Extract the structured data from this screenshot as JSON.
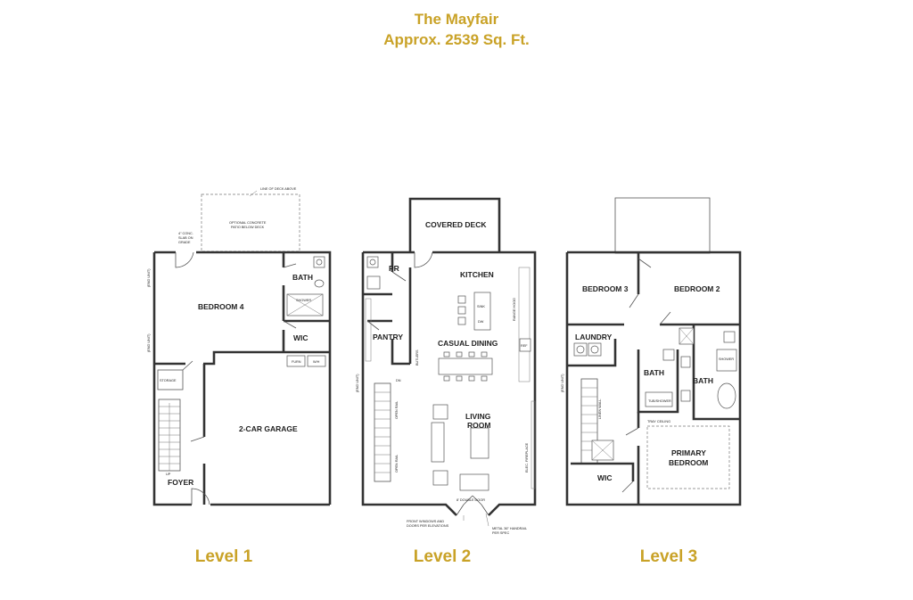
{
  "header": {
    "title": "The Mayfair",
    "subtitle": "Approx. 2539 Sq. Ft."
  },
  "levels": [
    {
      "label": "Level 1",
      "rooms": {
        "bedroom4": "BEDROOM 4",
        "bath": "BATH",
        "wic": "WIC",
        "garage": "2-CAR GARAGE",
        "foyer": "FOYER"
      },
      "notes": {
        "deck_line": "LINE OF DECK ABOVE",
        "patio_line1": "OPTIONAL CONCRETE",
        "patio_line2": "PATIO BELOW DECK",
        "slab_line1": "4\" CONC.",
        "slab_line2": "SLAB ON",
        "slab_line3": "GRADE",
        "shower": "SHOWER",
        "storage": "STORAGE",
        "furn": "FURN",
        "wh": "W/H",
        "up": "UP",
        "end_unit_1": "(END UNIT)",
        "end_unit_2": "(END UNIT)"
      }
    },
    {
      "label": "Level 2",
      "rooms": {
        "covered_deck": "COVERED DECK",
        "pr": "PR",
        "kitchen": "KITCHEN",
        "pantry": "PANTRY",
        "casual_dining": "CASUAL DINING",
        "living_room_1": "LIVING",
        "living_room_2": "ROOM"
      },
      "notes": {
        "range_hood": "RANGE HOOD",
        "ref": "REF",
        "sink": "SINK",
        "dw": "DW",
        "butlers": "BUTLERS",
        "dn": "DN",
        "open_rail_1": "OPEN RAIL",
        "open_rail_2": "OPEN RAIL",
        "elec_fireplace": "ELEC. FIREPLACE",
        "double_door": "8' DOUBLE DOOR",
        "front_windows_1": "FRONT WINDOWS AND",
        "front_windows_2": "DOORS PER ELEVATIONS",
        "metal_rail_1": "METAL 36\" HANDRAIL",
        "metal_rail_2": "PER SPEC",
        "end_unit": "(END UNIT)"
      }
    },
    {
      "label": "Level 3",
      "rooms": {
        "bedroom3": "BEDROOM 3",
        "bedroom2": "BEDROOM 2",
        "laundry": "LAUNDRY",
        "bath_a": "BATH",
        "bath_b": "BATH",
        "primary_1": "PRIMARY",
        "primary_2": "BEDROOM",
        "wic": "WIC"
      },
      "notes": {
        "tub_shower": "TUB/SHOWER",
        "shower": "SHOWER",
        "tray_ceiling": "TRAY CEILING",
        "linen_wall": "LINEN WALL",
        "end_unit": "(END UNIT)"
      }
    }
  ]
}
